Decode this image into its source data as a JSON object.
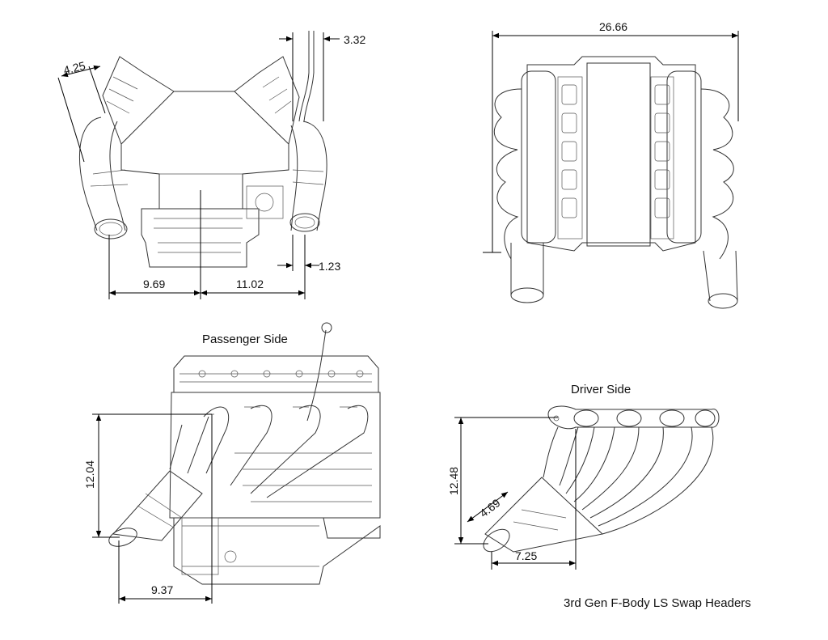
{
  "captions": {
    "passenger_side": "Passenger Side",
    "driver_side": "Driver Side",
    "title": "3rd Gen F-Body LS Swap Headers"
  },
  "dimensions": {
    "front_flange_angle": "4.25",
    "front_dipstick": "3.32",
    "front_left_width": "9.69",
    "front_right_width": "11.02",
    "front_tip_offset": "1.23",
    "top_overall_width": "26.66",
    "passenger_height": "12.04",
    "passenger_length": "9.37",
    "driver_height": "12.48",
    "driver_collector": "4.69",
    "driver_length": "7.25"
  },
  "colors": {
    "line": "#333333",
    "dimension": "#000000",
    "background": "#ffffff"
  }
}
